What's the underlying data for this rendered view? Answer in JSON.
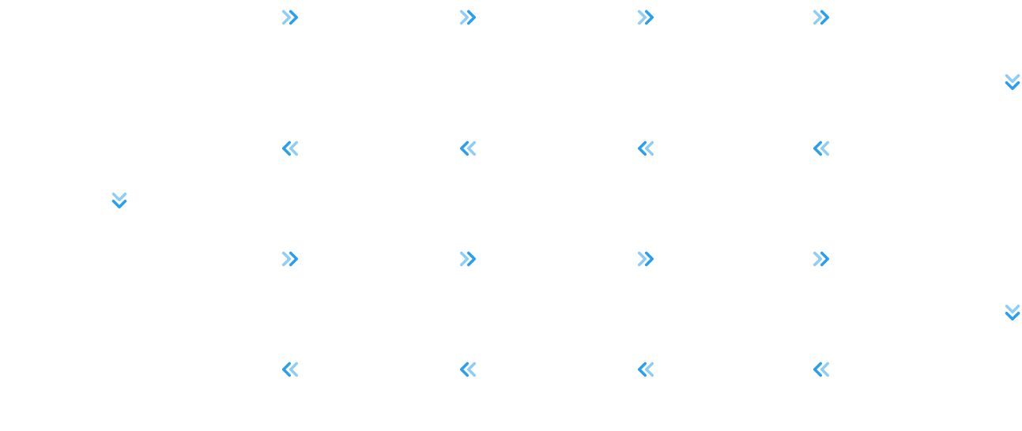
{
  "diagram": {
    "type": "serpentine-flow",
    "colors": {
      "primary": "#2a9ff0",
      "secondary": "#8fcdf6"
    },
    "rows": [
      {
        "id": "row-1",
        "direction": "right",
        "count": 4,
        "icon": "double-chevron-right-icon"
      },
      {
        "id": "turn-1",
        "direction": "down",
        "side": "right",
        "icon": "double-chevron-down-icon"
      },
      {
        "id": "row-2",
        "direction": "left",
        "count": 4,
        "icon": "double-chevron-left-icon"
      },
      {
        "id": "turn-2",
        "direction": "down",
        "side": "left",
        "icon": "double-chevron-down-icon"
      },
      {
        "id": "row-3",
        "direction": "right",
        "count": 4,
        "icon": "double-chevron-right-icon"
      },
      {
        "id": "turn-3",
        "direction": "down",
        "side": "right",
        "icon": "double-chevron-down-icon"
      },
      {
        "id": "row-4",
        "direction": "left",
        "count": 4,
        "icon": "double-chevron-left-icon"
      }
    ]
  }
}
